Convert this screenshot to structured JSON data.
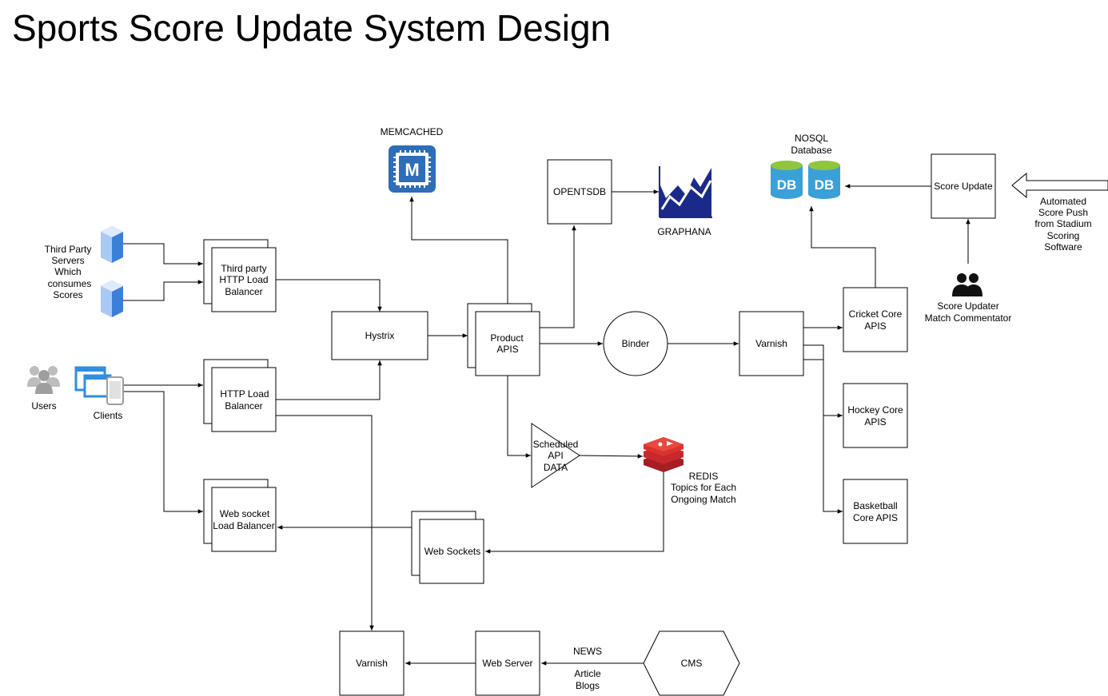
{
  "title": "Sports Score Update System Design",
  "colors": {
    "line": "#000000",
    "memcached_blue": "#2e6db8",
    "db_blue": "#3aa1d8",
    "db_green": "#8fc53f",
    "server_blue": "#3b7fd8",
    "grafana_navy": "#1b2a8a",
    "redis_red": "#c8282b",
    "users_gray": "#9e9e9e",
    "clients_blue": "#2f8fe0"
  },
  "icons": {
    "memcached": "memcached-chip-icon",
    "db": "database-icon",
    "server": "server-icon",
    "graph": "graph-icon",
    "users": "users-icon",
    "clients": "devices-icon",
    "redis": "redis-icon",
    "person": "person-pair-icon",
    "arrow": "hollow-arrow-icon"
  },
  "labels": {
    "memcached": "MEMCACHED",
    "opentsdb": "OPENTSDB",
    "graphana": "GRAPHANA",
    "nosql_line1": "NOSQL",
    "nosql_line2": "Database",
    "db1": "DB",
    "db2": "DB",
    "score_update": "Score Update",
    "automated": [
      "Automated",
      "Score Push",
      "from Stadium",
      "Scoring",
      "Software"
    ],
    "third_party_servers": [
      "Third Party",
      "Servers",
      "Which",
      "consumes",
      "Scores"
    ],
    "third_party_lb": [
      "Third party",
      "HTTP Load",
      "Balancer"
    ],
    "hystrix": "Hystrix",
    "product_apis": [
      "Product",
      "APIS"
    ],
    "binder": "Binder",
    "varnish_mid": "Varnish",
    "cricket": [
      "Cricket Core",
      "APIS"
    ],
    "hockey": [
      "Hockey Core",
      "APIS"
    ],
    "basketball": [
      "Basketball",
      "Core APIS"
    ],
    "score_updater": [
      "Score Updater",
      "Match Commentator"
    ],
    "users": "Users",
    "clients": "Clients",
    "http_lb": [
      "HTTP Load",
      "Balancer"
    ],
    "scheduled": [
      "Scheduled",
      "API",
      "DATA"
    ],
    "redis": [
      "REDIS",
      "Topics for Each",
      "Ongoing Match"
    ],
    "websocket_lb": [
      "Web socket",
      "Load Balancer"
    ],
    "web_sockets": "Web Sockets",
    "varnish_bottom": "Varnish",
    "web_server": "Web Server",
    "news": "NEWS",
    "article_blogs": [
      "Article",
      "Blogs"
    ],
    "cms": "CMS"
  }
}
